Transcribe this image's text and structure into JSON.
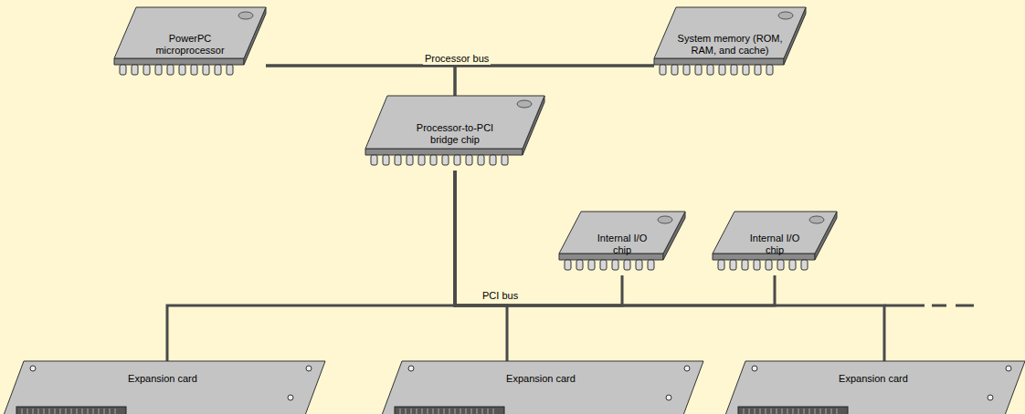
{
  "diagram": {
    "nodes": [
      {
        "text": [
          "PowerPC microprocessor"
        ]
      },
      {
        "text": [
          "System memory (ROM, RAM, and cache)"
        ]
      },
      {
        "text": [
          "Processor-to-PCI bridge chip"
        ]
      },
      {
        "text": [
          "Internal I/O chip"
        ]
      },
      {
        "text": [
          "Internal I/O chip"
        ]
      },
      {
        "text": [
          "Expansion card"
        ]
      },
      {
        "text": [
          "Expansion card"
        ]
      },
      {
        "text": [
          "Expansion card"
        ]
      }
    ],
    "edges": [
      {
        "from": 0,
        "to": 1,
        "arrow": "none",
        "label": "Processor bus"
      },
      {
        "from": 2,
        "to": 0,
        "arrow": "none"
      },
      {
        "from": 2,
        "to": 1,
        "arrow": "none"
      },
      {
        "from": 2,
        "to": 3,
        "arrow": "none",
        "label": "PCI bus"
      },
      {
        "from": 2,
        "to": 4,
        "arrow": "none"
      },
      {
        "from": 2,
        "to": 5,
        "arrow": "none"
      },
      {
        "from": 2,
        "to": 6,
        "arrow": "none"
      },
      {
        "from": 2,
        "to": 7,
        "arrow": "none"
      }
    ]
  }
}
